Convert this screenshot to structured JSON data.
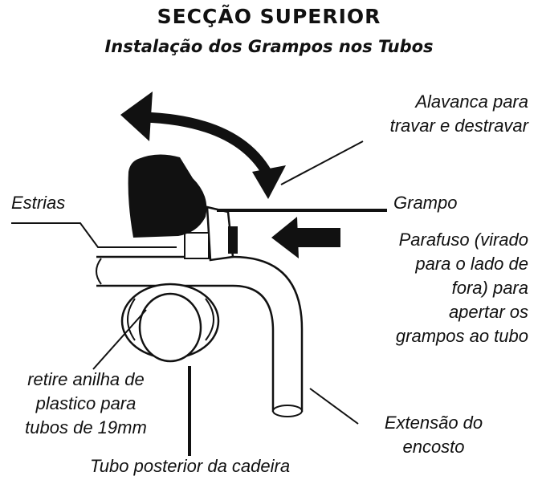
{
  "title": "SECÇÃO SUPERIOR",
  "subtitle": "Instalação dos Grampos nos Tubos",
  "labels": {
    "lever": [
      "Alavanca para",
      "travar e destravar"
    ],
    "splines": "Estrias",
    "clamp": "Grampo",
    "screw": [
      "Parafuso (virado",
      "para  o lado de",
      "fora) para",
      "apertar os",
      "grampos ao tubo"
    ],
    "washer": [
      "retire anilha de",
      "plastico para",
      "tubos de 19mm"
    ],
    "extension": [
      "Extensão do",
      "encosto"
    ],
    "rear_tube": "Tubo posterior da cadeira"
  }
}
